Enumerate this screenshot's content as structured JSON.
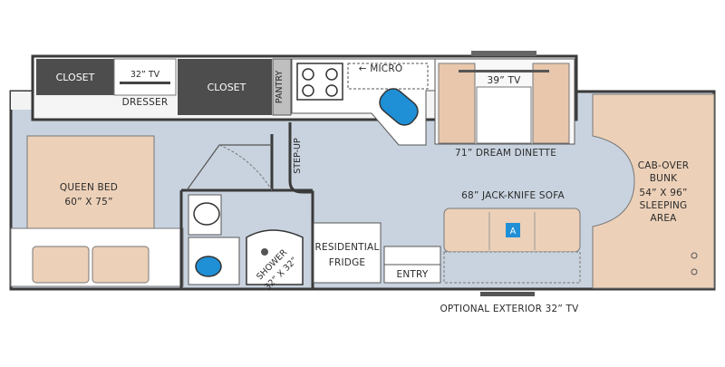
{
  "labels": {
    "closet_left": "CLOSET",
    "tv_bedroom": "32” TV",
    "dresser": "DRESSER",
    "closet_center": "CLOSET",
    "pantry": "PANTRY",
    "micro": "← MICRO",
    "tv_dinette": "39” TV",
    "dinette": "71” DREAM DINETTE",
    "queen_bed_l1": "QUEEN BED",
    "queen_bed_l2": "60” X 75”",
    "step_up": "STEP-UP",
    "sofa": "68” JACK-KNIFE SOFA",
    "sofa_badge": "A",
    "cabover_l1": "CAB-OVER",
    "cabover_l2": "BUNK",
    "cabover_l3": "54” X 96”",
    "cabover_l4": "SLEEPING",
    "cabover_l5": "AREA",
    "shower_l1": "SHOWER",
    "shower_l2": "32” X 32”",
    "fridge_l1": "RESIDENTIAL",
    "fridge_l2": "FRIDGE",
    "entry": "ENTRY",
    "exterior_tv": "OPTIONAL EXTERIOR 32” TV"
  },
  "colors": {
    "floor": "#c9d3df",
    "wall": "#3a3a3a",
    "dark_cabinet": "#4d4d4d",
    "bed": "#ecd0b8",
    "sink_blue": "#1f8fd6",
    "counter": "#ffffff"
  }
}
